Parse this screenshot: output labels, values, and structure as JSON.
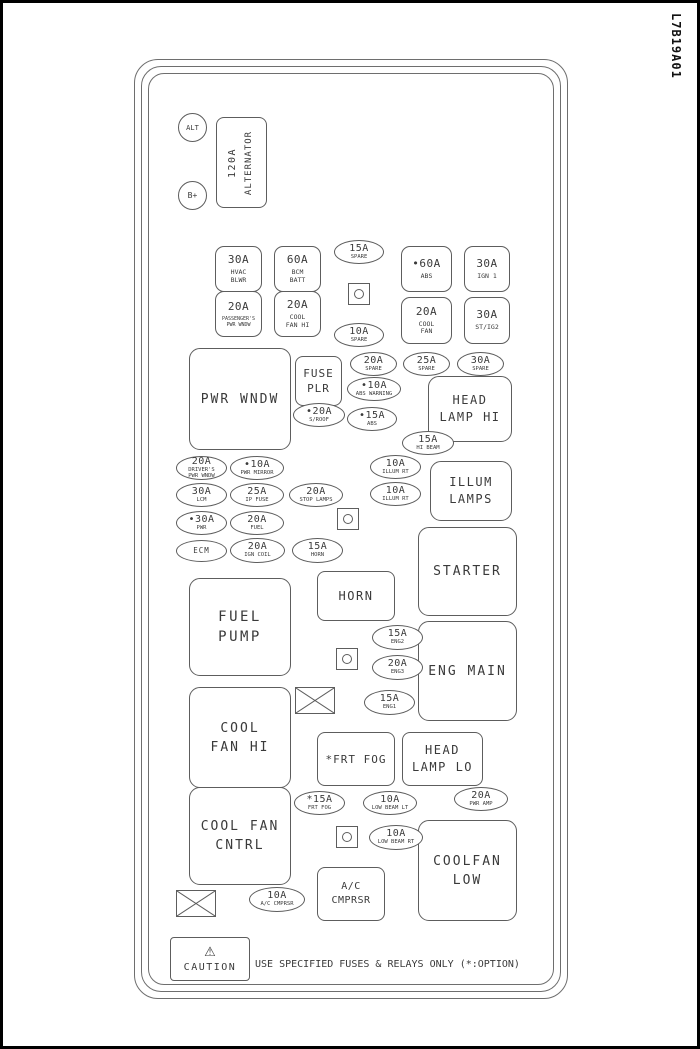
{
  "doc": {
    "code": "L7B19A01",
    "caution_label": "CAUTION",
    "caution_icon": "⚠",
    "caution_note": "USE SPECIFIED FUSES & RELAYS ONLY (*:OPTION)"
  },
  "terminals": {
    "alt": "ALT",
    "bplus": "B+"
  },
  "blocks": {
    "alternator": {
      "amp": "120A",
      "name": "ALTERNATOR"
    },
    "hvac_blwr": {
      "amp": "30A",
      "l1": "HVAC",
      "l2": "BLWR"
    },
    "bcm_batt": {
      "amp": "60A",
      "l1": "BCM",
      "l2": "BATT"
    },
    "abs60": {
      "amp": "•60A",
      "l1": "ABS"
    },
    "ign1": {
      "amp": "30A",
      "l1": "IGN 1"
    },
    "pass_pwr_wndw": {
      "amp": "20A",
      "l1": "PASSENGER'S",
      "l2": "PWR WNDW"
    },
    "cool_fan_hi_fuse": {
      "amp": "20A",
      "l1": "COOL",
      "l2": "FAN HI"
    },
    "cool_fan_fuse": {
      "amp": "20A",
      "l1": "COOL",
      "l2": "FAN"
    },
    "st_ig2": {
      "amp": "30A",
      "l1": "ST/IG2"
    },
    "pwr_wndw_relay": {
      "l1": "PWR WNDW"
    },
    "fuse_plr": {
      "l1": "FUSE",
      "l2": "PLR"
    },
    "head_lamp_hi": {
      "l1": "HEAD",
      "l2": "LAMP HI"
    },
    "illum_lamps": {
      "l1": "ILLUM",
      "l2": "LAMPS"
    },
    "starter": {
      "l1": "STARTER"
    },
    "horn_relay": {
      "l1": "HORN"
    },
    "fuel_pump": {
      "l1": "FUEL",
      "l2": "PUMP"
    },
    "eng_main": {
      "l1": "ENG MAIN"
    },
    "cool_fan_hi_relay": {
      "l1": "COOL",
      "l2": "FAN HI"
    },
    "frt_fog_relay": {
      "l1": "*FRT FOG"
    },
    "head_lamp_lo": {
      "l1": "HEAD",
      "l2": "LAMP LO"
    },
    "cool_fan_cntrl": {
      "l1": "COOL FAN",
      "l2": "CNTRL"
    },
    "coolfan_low": {
      "l1": "COOLFAN",
      "l2": "LOW"
    },
    "ac_cmprsr_relay": {
      "l1": "A/C",
      "l2": "CMPRSR"
    }
  },
  "fuses": {
    "spare_15": {
      "amp": "15A",
      "name": "SPARE"
    },
    "spare_10": {
      "amp": "10A",
      "name": "SPARE"
    },
    "spare_20": {
      "amp": "20A",
      "name": "SPARE"
    },
    "spare_25": {
      "amp": "25A",
      "name": "SPARE"
    },
    "spare_30": {
      "amp": "30A",
      "name": "SPARE"
    },
    "abs_warning": {
      "amp": "•10A",
      "name": "ABS WARNING"
    },
    "s_roof": {
      "amp": "•20A",
      "name": "S/ROOF"
    },
    "abs_15": {
      "amp": "•15A",
      "name": "ABS"
    },
    "hi_beam": {
      "amp": "15A",
      "name": "HI BEAM"
    },
    "drivers_pwr_wndw": {
      "amp": "20A",
      "name": "DRIVER'S",
      "name2": "PWR WNDW"
    },
    "pwr_mirror": {
      "amp": "•10A",
      "name": "PWR MIRROR"
    },
    "illum_rt_1": {
      "amp": "10A",
      "name": "ILLUM RT"
    },
    "lcm": {
      "amp": "30A",
      "name": "LCM"
    },
    "ip_fuse": {
      "amp": "25A",
      "name": "IP FUSE"
    },
    "stop_lamps": {
      "amp": "20A",
      "name": "STOP LAMPS"
    },
    "illum_rt_2": {
      "amp": "10A",
      "name": "ILLUM RT"
    },
    "pwr": {
      "amp": "•30A",
      "name": "PWR"
    },
    "fuel": {
      "amp": "20A",
      "name": "FUEL"
    },
    "ecm": {
      "name": "ECM"
    },
    "ign_coil": {
      "amp": "20A",
      "name": "IGN COIL"
    },
    "horn": {
      "amp": "15A",
      "name": "HORN"
    },
    "eng2": {
      "amp": "15A",
      "name": "ENG2"
    },
    "eng3": {
      "amp": "20A",
      "name": "ENG3"
    },
    "eng1": {
      "amp": "15A",
      "name": "ENG1"
    },
    "frt_fog": {
      "amp": "*15A",
      "name": "FRT FOG"
    },
    "low_beam_lt": {
      "amp": "10A",
      "name": "LOW BEAM LT"
    },
    "pwr_amp": {
      "amp": "20A",
      "name": "PWR AMP"
    },
    "low_beam_rt": {
      "amp": "10A",
      "name": "LOW BEAM RT"
    },
    "ac_cmprsr": {
      "amp": "10A",
      "name": "A/C CMPRSR"
    }
  }
}
